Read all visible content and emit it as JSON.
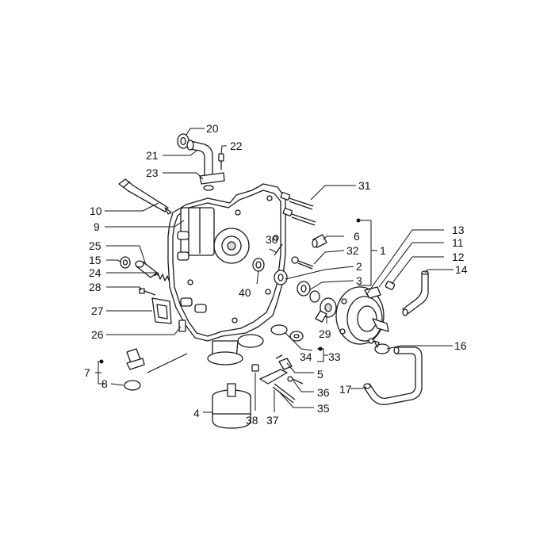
{
  "callouts": [
    {
      "id": "c20",
      "text": "20"
    },
    {
      "id": "c21",
      "text": "21"
    },
    {
      "id": "c22",
      "text": "22"
    },
    {
      "id": "c23",
      "text": "23"
    },
    {
      "id": "c10",
      "text": "10"
    },
    {
      "id": "c9",
      "text": "9"
    },
    {
      "id": "c31",
      "text": "31"
    },
    {
      "id": "c6",
      "text": "6"
    },
    {
      "id": "c1",
      "text": "1"
    },
    {
      "id": "c30",
      "text": "30"
    },
    {
      "id": "c32",
      "text": "32"
    },
    {
      "id": "c2",
      "text": "2"
    },
    {
      "id": "c3",
      "text": "3"
    },
    {
      "id": "c40",
      "text": "40"
    },
    {
      "id": "c25",
      "text": "25"
    },
    {
      "id": "c15",
      "text": "15"
    },
    {
      "id": "c24",
      "text": "24"
    },
    {
      "id": "c28",
      "text": "28"
    },
    {
      "id": "c27",
      "text": "27"
    },
    {
      "id": "c26",
      "text": "26"
    },
    {
      "id": "c13",
      "text": "13"
    },
    {
      "id": "c11",
      "text": "11"
    },
    {
      "id": "c12",
      "text": "12"
    },
    {
      "id": "c14",
      "text": "14"
    },
    {
      "id": "c29",
      "text": "29"
    },
    {
      "id": "c16",
      "text": "16"
    },
    {
      "id": "c7",
      "text": "7"
    },
    {
      "id": "c8",
      "text": "8"
    },
    {
      "id": "c34",
      "text": "34"
    },
    {
      "id": "c33",
      "text": "33"
    },
    {
      "id": "c5",
      "text": "5"
    },
    {
      "id": "c36",
      "text": "36"
    },
    {
      "id": "c35",
      "text": "35"
    },
    {
      "id": "c17",
      "text": "17"
    },
    {
      "id": "c4",
      "text": "4"
    },
    {
      "id": "c38",
      "text": "38"
    },
    {
      "id": "c37",
      "text": "37"
    }
  ]
}
